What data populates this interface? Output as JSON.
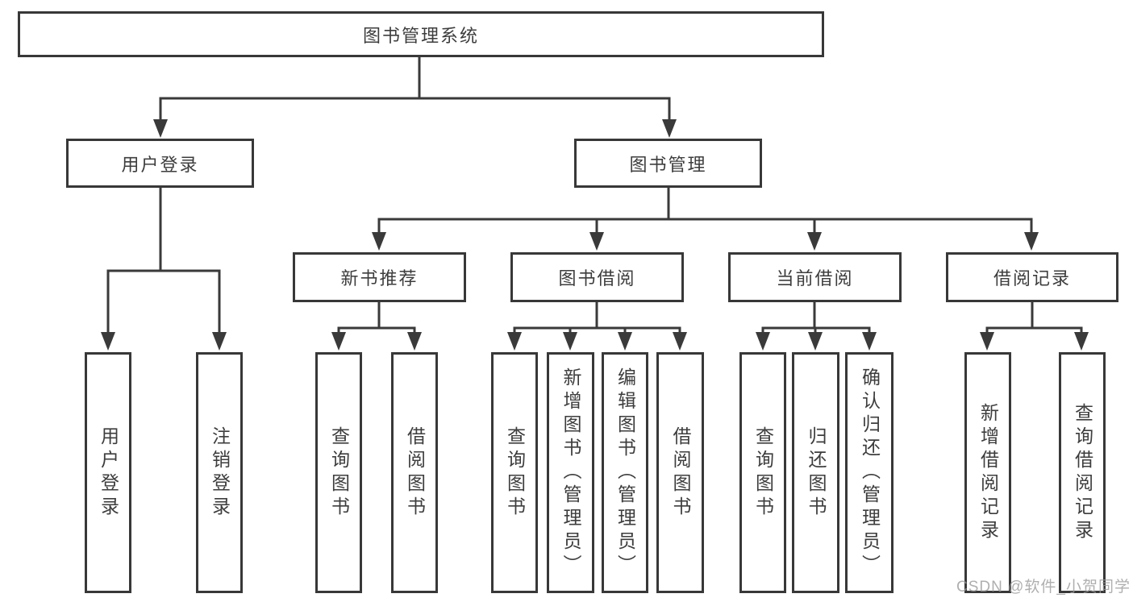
{
  "title": {
    "label": "图书管理系统"
  },
  "level2": [
    {
      "label": "用户登录"
    },
    {
      "label": "图书管理"
    }
  ],
  "level3": [
    {
      "label": "新书推荐"
    },
    {
      "label": "图书借阅"
    },
    {
      "label": "当前借阅"
    },
    {
      "label": "借阅记录"
    }
  ],
  "leaves": {
    "login": [
      {
        "label": "用户登录"
      },
      {
        "label": "注销登录"
      }
    ],
    "newbook": [
      {
        "label": "查询图书"
      },
      {
        "label": "借阅图书"
      }
    ],
    "borrow": [
      {
        "label": "查询图书"
      },
      {
        "label": "新增图书（管理员）"
      },
      {
        "label": "编辑图书（管理员）"
      },
      {
        "label": "借阅图书"
      }
    ],
    "current": [
      {
        "label": "查询图书"
      },
      {
        "label": "归还图书"
      },
      {
        "label": "确认归还（管理员）"
      }
    ],
    "records": [
      {
        "label": "新增借阅记录"
      },
      {
        "label": "查询借阅记录"
      }
    ]
  },
  "watermark": {
    "text": "CSDN @软件_小贺同学"
  },
  "colors": {
    "line": "#3a3a3a",
    "text": "#3d3d3d",
    "watermark": "#9b9b9b",
    "background": "#ffffff"
  }
}
